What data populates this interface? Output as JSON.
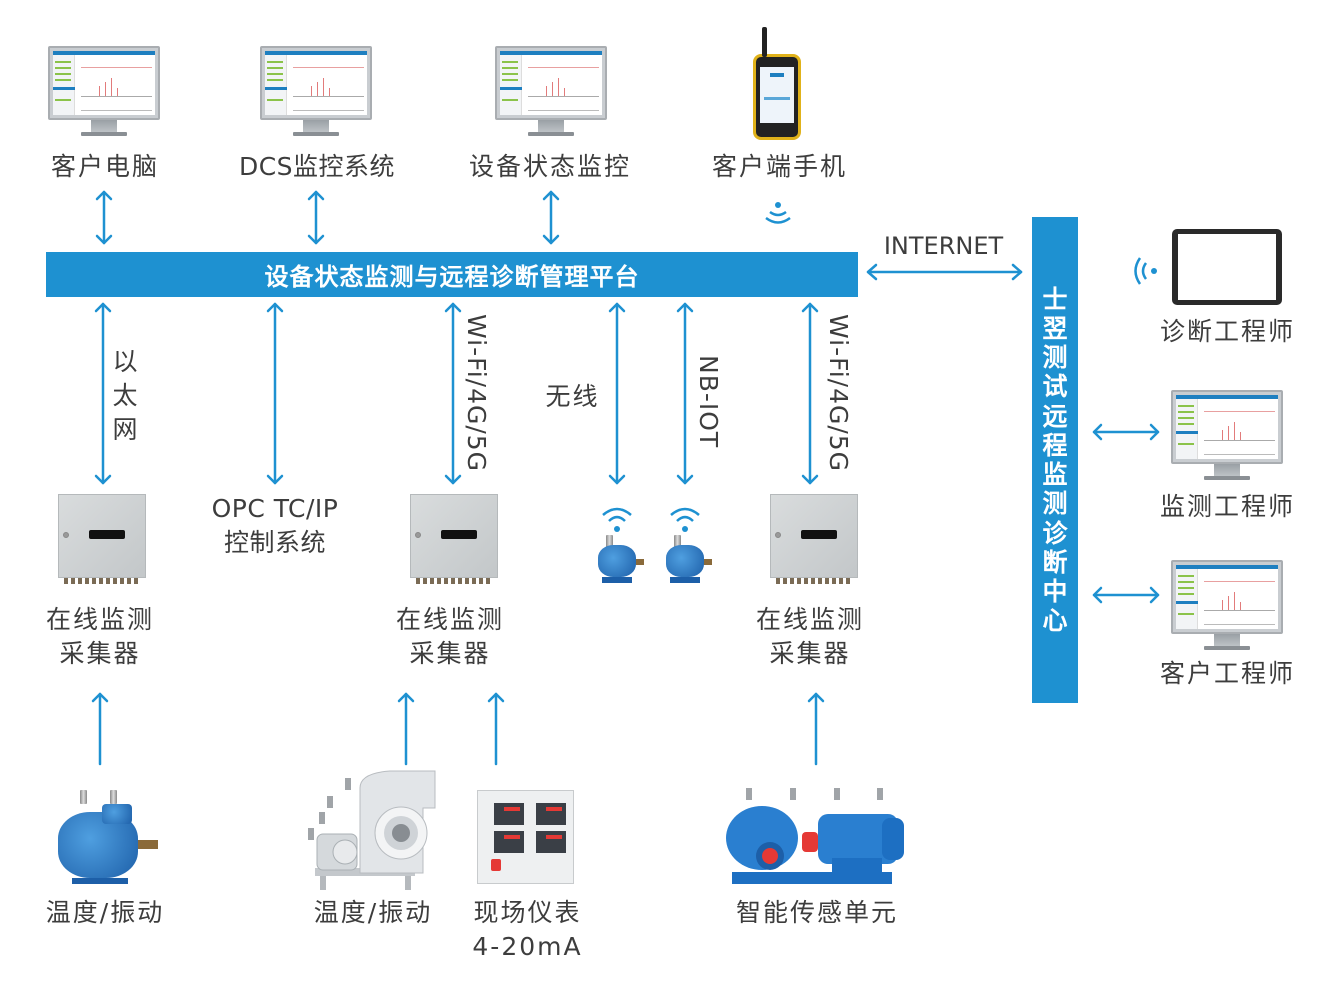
{
  "top_clients": [
    {
      "label": "客户电脑",
      "icon": "desktop-monitor-icon"
    },
    {
      "label": "DCS监控系统",
      "icon": "desktop-monitor-icon"
    },
    {
      "label": "设备状态监控",
      "icon": "desktop-monitor-icon"
    },
    {
      "label": "客户端手机",
      "icon": "rugged-phone-icon"
    }
  ],
  "platform": {
    "label": "设备状态监测与远程诊断管理平台"
  },
  "internet": {
    "label": "INTERNET"
  },
  "center": {
    "label": "士翌测试远程监测诊断中心",
    "chars": [
      "士",
      "翌",
      "测",
      "试",
      "远",
      "程",
      "监",
      "测",
      "诊",
      "断",
      "中",
      "心"
    ]
  },
  "engineers": [
    {
      "label": "诊断工程师",
      "icon": "tablet-icon"
    },
    {
      "label": "监测工程师",
      "icon": "desktop-monitor-icon"
    },
    {
      "label": "客户工程师",
      "icon": "desktop-monitor-icon"
    }
  ],
  "links": {
    "ethernet": {
      "label": "以太网",
      "chars": [
        "以",
        "太",
        "网"
      ]
    },
    "wifi_1": {
      "label": "Wi-Fi/4G/5G"
    },
    "wireless": {
      "label": "无线"
    },
    "nbiot": {
      "label": "NB-IOT"
    },
    "wifi_2": {
      "label": "Wi-Fi/4G/5G"
    }
  },
  "opc": {
    "line1": "OPC TC/IP",
    "line2": "控制系统"
  },
  "collectors": [
    {
      "line1": "在线监测",
      "line2": "采集器"
    },
    {
      "line1": "在线监测",
      "line2": "采集器"
    },
    {
      "line1": "在线监测",
      "line2": "采集器"
    }
  ],
  "field_devices": [
    {
      "label": "温度/振动",
      "icon": "motor-icon"
    },
    {
      "label": "温度/振动",
      "icon": "fan-blower-icon"
    },
    {
      "line1": "现场仪表",
      "line2": "4-20mA",
      "icon": "instrument-panel-icon"
    },
    {
      "label": "智能传感单元",
      "icon": "pump-icon"
    }
  ],
  "colors": {
    "accent": "#1e91d1",
    "text": "#3d3d3d"
  }
}
